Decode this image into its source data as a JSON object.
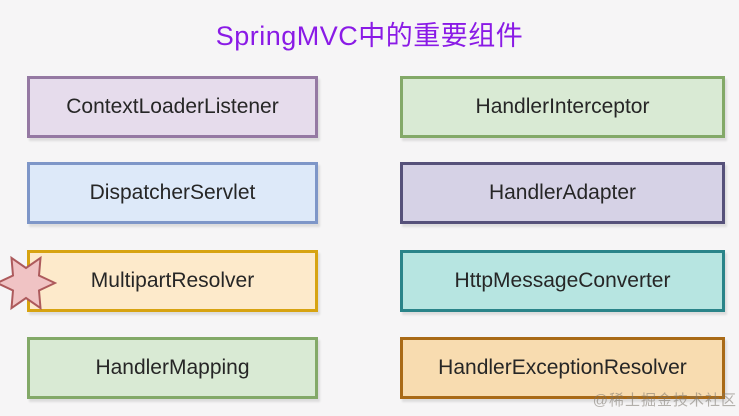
{
  "page": {
    "background_color": "#f6f5f6"
  },
  "title": {
    "text": "SpringMVC中的重要组件",
    "color": "#8a1ae6"
  },
  "boxes": [
    {
      "label": "ContextLoaderListener",
      "fill": "#e6dcec",
      "border": "#9579a3"
    },
    {
      "label": "HandlerInterceptor",
      "fill": "#d9ead4",
      "border": "#83a968"
    },
    {
      "label": "DispatcherServlet",
      "fill": "#dde9f9",
      "border": "#7e96c8"
    },
    {
      "label": "HandlerAdapter",
      "fill": "#d6d2e6",
      "border": "#56517a"
    },
    {
      "label": "MultipartResolver",
      "fill": "#fdeacb",
      "border": "#d7a311"
    },
    {
      "label": "HttpMessageConverter",
      "fill": "#b7e5e1",
      "border": "#2a8489"
    },
    {
      "label": "HandlerMapping",
      "fill": "#d9ead4",
      "border": "#83a968"
    },
    {
      "label": "HandlerExceptionResolver",
      "fill": "#f8dcb0",
      "border": "#a96a17"
    }
  ],
  "star_icon": {
    "fill": "#f0c3c4",
    "stroke": "#ad5a5c"
  },
  "watermark": {
    "text": "@稀土掘金技术社区"
  }
}
